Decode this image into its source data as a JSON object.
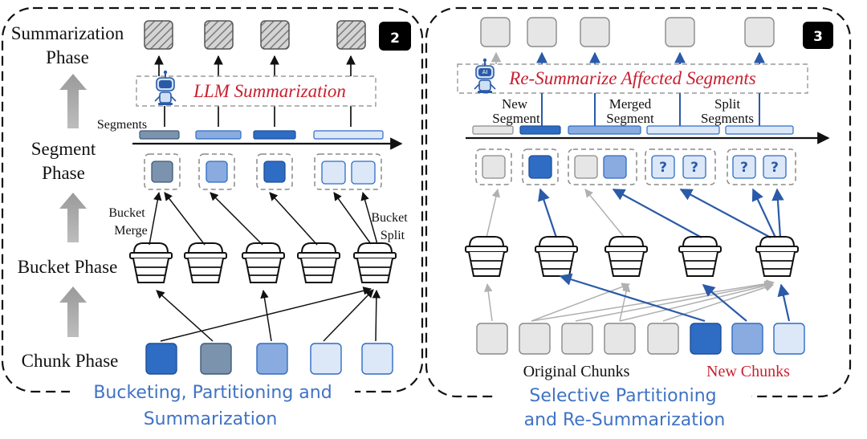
{
  "panel_left": {
    "badge": "2",
    "phases": {
      "summarization_line1": "Summarization",
      "summarization_line2": "Phase",
      "segment_line1": "Segment",
      "segment_line2": "Phase",
      "bucket": "Bucket Phase",
      "chunk": "Chunk Phase"
    },
    "segments_label": "Segments",
    "llm_label": "LLM Summarization",
    "bucket_merge_line1": "Bucket",
    "bucket_merge_line2": "Merge",
    "bucket_split_line1": "Bucket",
    "bucket_split_line2": "Split",
    "caption_line1": "Bucketing, Partitioning and",
    "caption_line2": "Summarization"
  },
  "panel_right": {
    "badge": "3",
    "resummarize_label": "Re-Summarize Affected Segments",
    "new_segment_line1": "New",
    "new_segment_line2": "Segment",
    "merged_segment_line1": "Merged",
    "merged_segment_line2": "Segment",
    "split_segments_line1": "Split",
    "split_segments_line2": "Segments",
    "question_mark": "?",
    "ai_icon_text": "AI",
    "original_chunks": "Original Chunks",
    "new_chunks": "New Chunks",
    "caption_line1": "Selective Partitioning",
    "caption_line2": "and Re-Summarization"
  },
  "colors": {
    "dark_blue": "#2f6cc4",
    "slate": "#7b93ad",
    "mid_blue": "#8aabe0",
    "light_blue": "#dce7f8",
    "gray_box": "#e6e6e6",
    "arrow_blue": "#2a5aa8",
    "arrow_gray": "#b0b0b0",
    "accent_red": "#c8202f",
    "caption_blue": "#3f73c4"
  },
  "icons": [
    "summary-hatched-icon",
    "robot-ai-icon",
    "bucket-icon",
    "question-mark-icon"
  ]
}
